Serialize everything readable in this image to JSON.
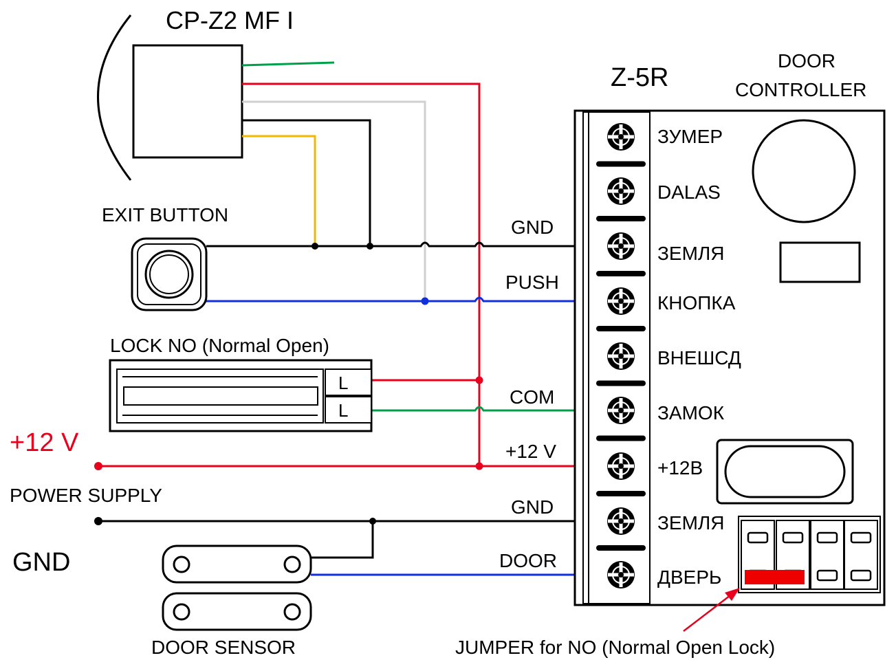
{
  "reader": {
    "title": "CP-Z2 MF I"
  },
  "controller": {
    "model": "Z-5R",
    "caption_line1": "DOOR",
    "caption_line2": "CONTROLLER",
    "terminals": [
      "ЗУМЕР",
      "DALAS",
      "ЗЕМЛЯ",
      "КНОПКА",
      "ВНЕШСД",
      "ЗАМОК",
      "+12В",
      "ЗЕМЛЯ",
      "ДВЕРЬ"
    ]
  },
  "exit_button": {
    "label": "EXIT BUTTON"
  },
  "lock": {
    "label": "LOCK  NO (Normal Open)",
    "pin1": "L",
    "pin2": "L"
  },
  "power": {
    "plus_label": "+12 V",
    "supply_label": "POWER SUPPLY",
    "gnd_label": "GND"
  },
  "door_sensor": {
    "label": "DOOR SENSOR"
  },
  "wire_labels": {
    "gnd1": "GND",
    "push": "PUSH",
    "com": "COM",
    "v12": "+12 V",
    "gnd2": "GND",
    "door": "DOOR"
  },
  "jumper": {
    "label": "JUMPER  for NO (Normal Open Lock)"
  },
  "colors": {
    "black": "#000000",
    "red": "#e8001c",
    "green": "#00a04a",
    "blue": "#1030e0",
    "white_wire": "#d0d0d0",
    "yellow": "#f5b800",
    "jumper": "#ee0000"
  }
}
